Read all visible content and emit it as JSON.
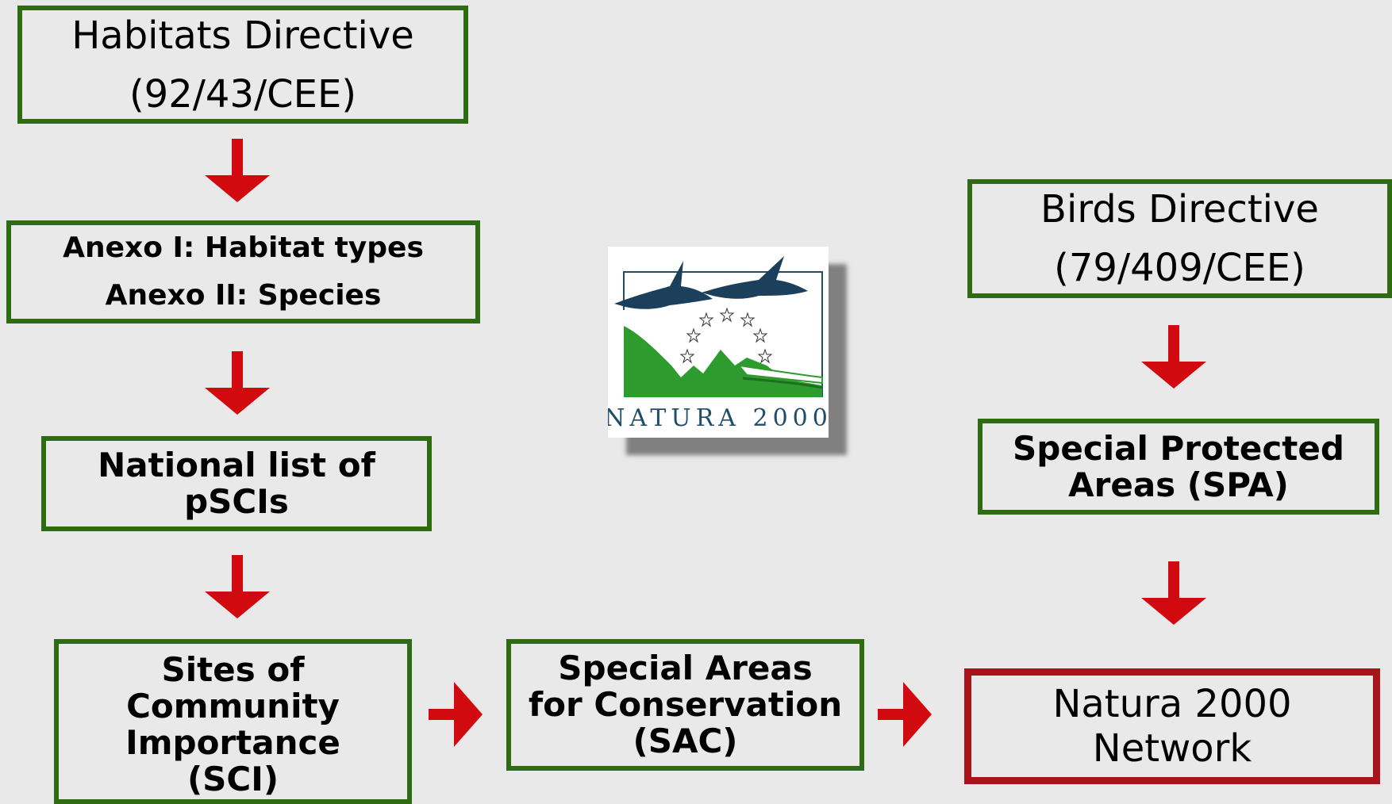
{
  "left_column": {
    "habitats_directive": {
      "line1": "Habitats Directive",
      "line2": "(92/43/CEE)"
    },
    "annex_box": {
      "line1": "Anexo I: Habitat types",
      "line2": "Anexo II:  Species"
    },
    "national_list": {
      "line1": "National list of",
      "line2": "pSCIs"
    },
    "sci": {
      "line1": "Sites of",
      "line2": "Community",
      "line3": "Importance",
      "line4": "(SCI)"
    }
  },
  "middle": {
    "sac": {
      "line1": "Special Areas",
      "line2": "for Conservation",
      "line3": "(SAC)"
    },
    "logo": {
      "text": "NATURA 2000"
    }
  },
  "right_column": {
    "birds_directive": {
      "line1": "Birds Directive",
      "line2": "(79/409/CEE)"
    },
    "spa": {
      "line1": "Special Protected",
      "line2": "Areas (SPA)"
    },
    "network": {
      "line1": "Natura 2000",
      "line2": "Network"
    }
  },
  "colors": {
    "box_border": "#2f6b12",
    "final_border": "#a8141b",
    "arrow": "#d10a10",
    "background": "#e9e9e9"
  }
}
